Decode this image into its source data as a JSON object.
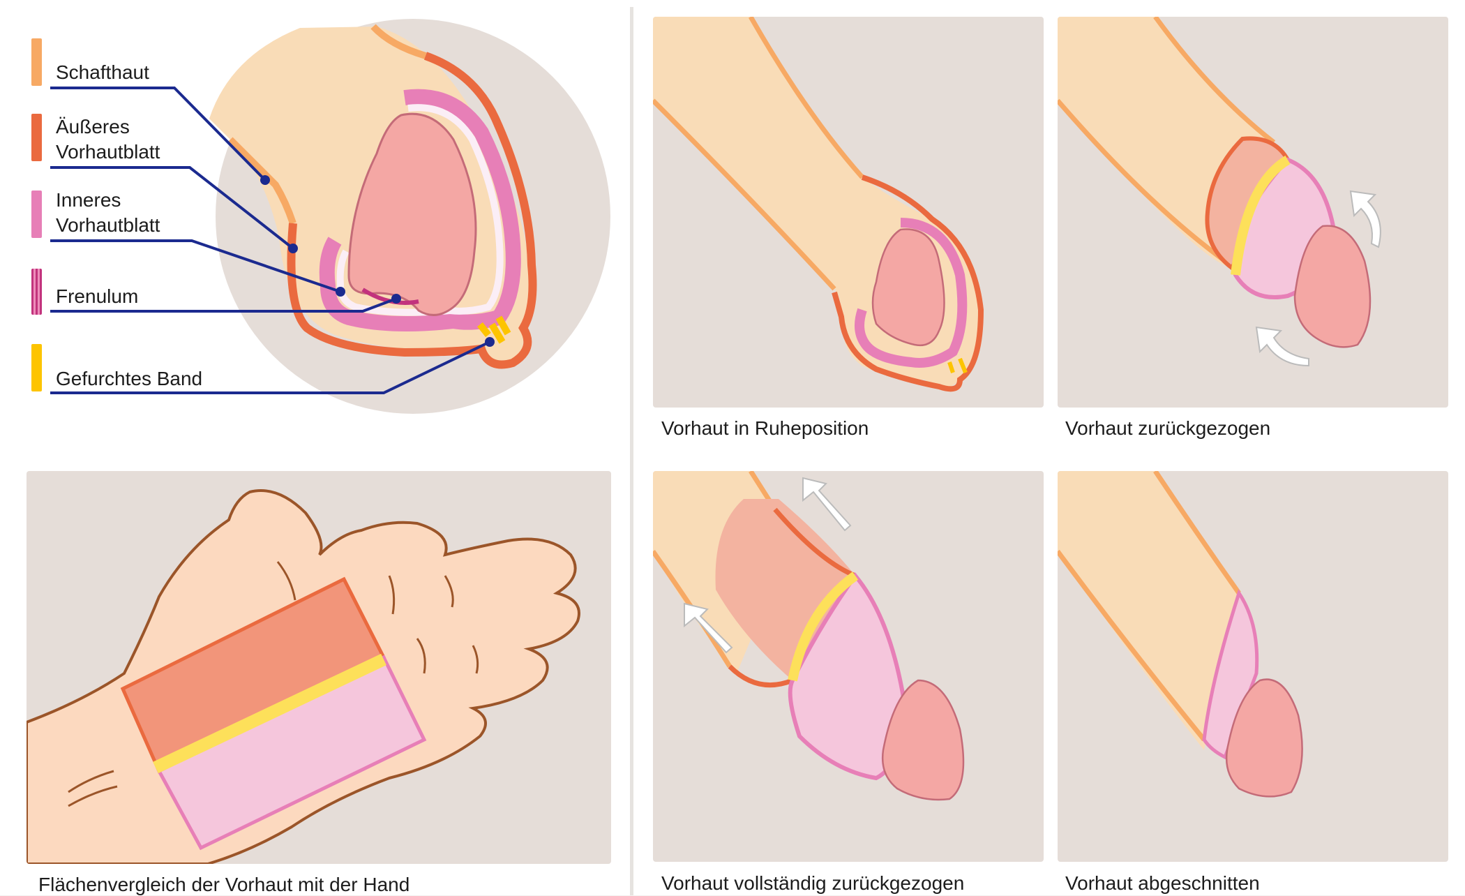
{
  "colors": {
    "panel_bg": "#e5ddd8",
    "shaft_skin": "#f9dcb7",
    "shaft_outline": "#f7a964",
    "outer_foreskin": "#ea6a3f",
    "inner_foreskin": "#e77fb7",
    "inner_light": "#fbeef6",
    "glans": "#f4a7a4",
    "glans_outline": "#c46b78",
    "frenulum": "#c2337d",
    "ridged_band": "#fdc400",
    "leader_line": "#1b2a8f",
    "hand_skin": "#fcd9bf",
    "hand_outline": "#9b5529",
    "arrow": "#ffffff"
  },
  "legend": {
    "items": [
      {
        "label": "Schafthaut",
        "color": "#f7a964"
      },
      {
        "label": "Äußeres Vorhautblatt",
        "color": "#ea6a3f"
      },
      {
        "label": "Inneres Vorhautblatt",
        "color": "#e77fb7"
      },
      {
        "label": "Frenulum",
        "color": "#c2337d"
      },
      {
        "label": "Gefurchtes Band",
        "color": "#fdc400"
      }
    ]
  },
  "captions": {
    "rest": "Vorhaut in Ruheposition",
    "retracted": "Vorhaut zurückgezogen",
    "hand": "Flächenvergleich der Vorhaut mit der Hand",
    "fully_retracted": "Vorhaut vollständig zurückgezogen",
    "circumcised": "Vorhaut abgeschnitten"
  },
  "icons": [
    "arrow-curved-icon",
    "arrow-straight-icon"
  ]
}
